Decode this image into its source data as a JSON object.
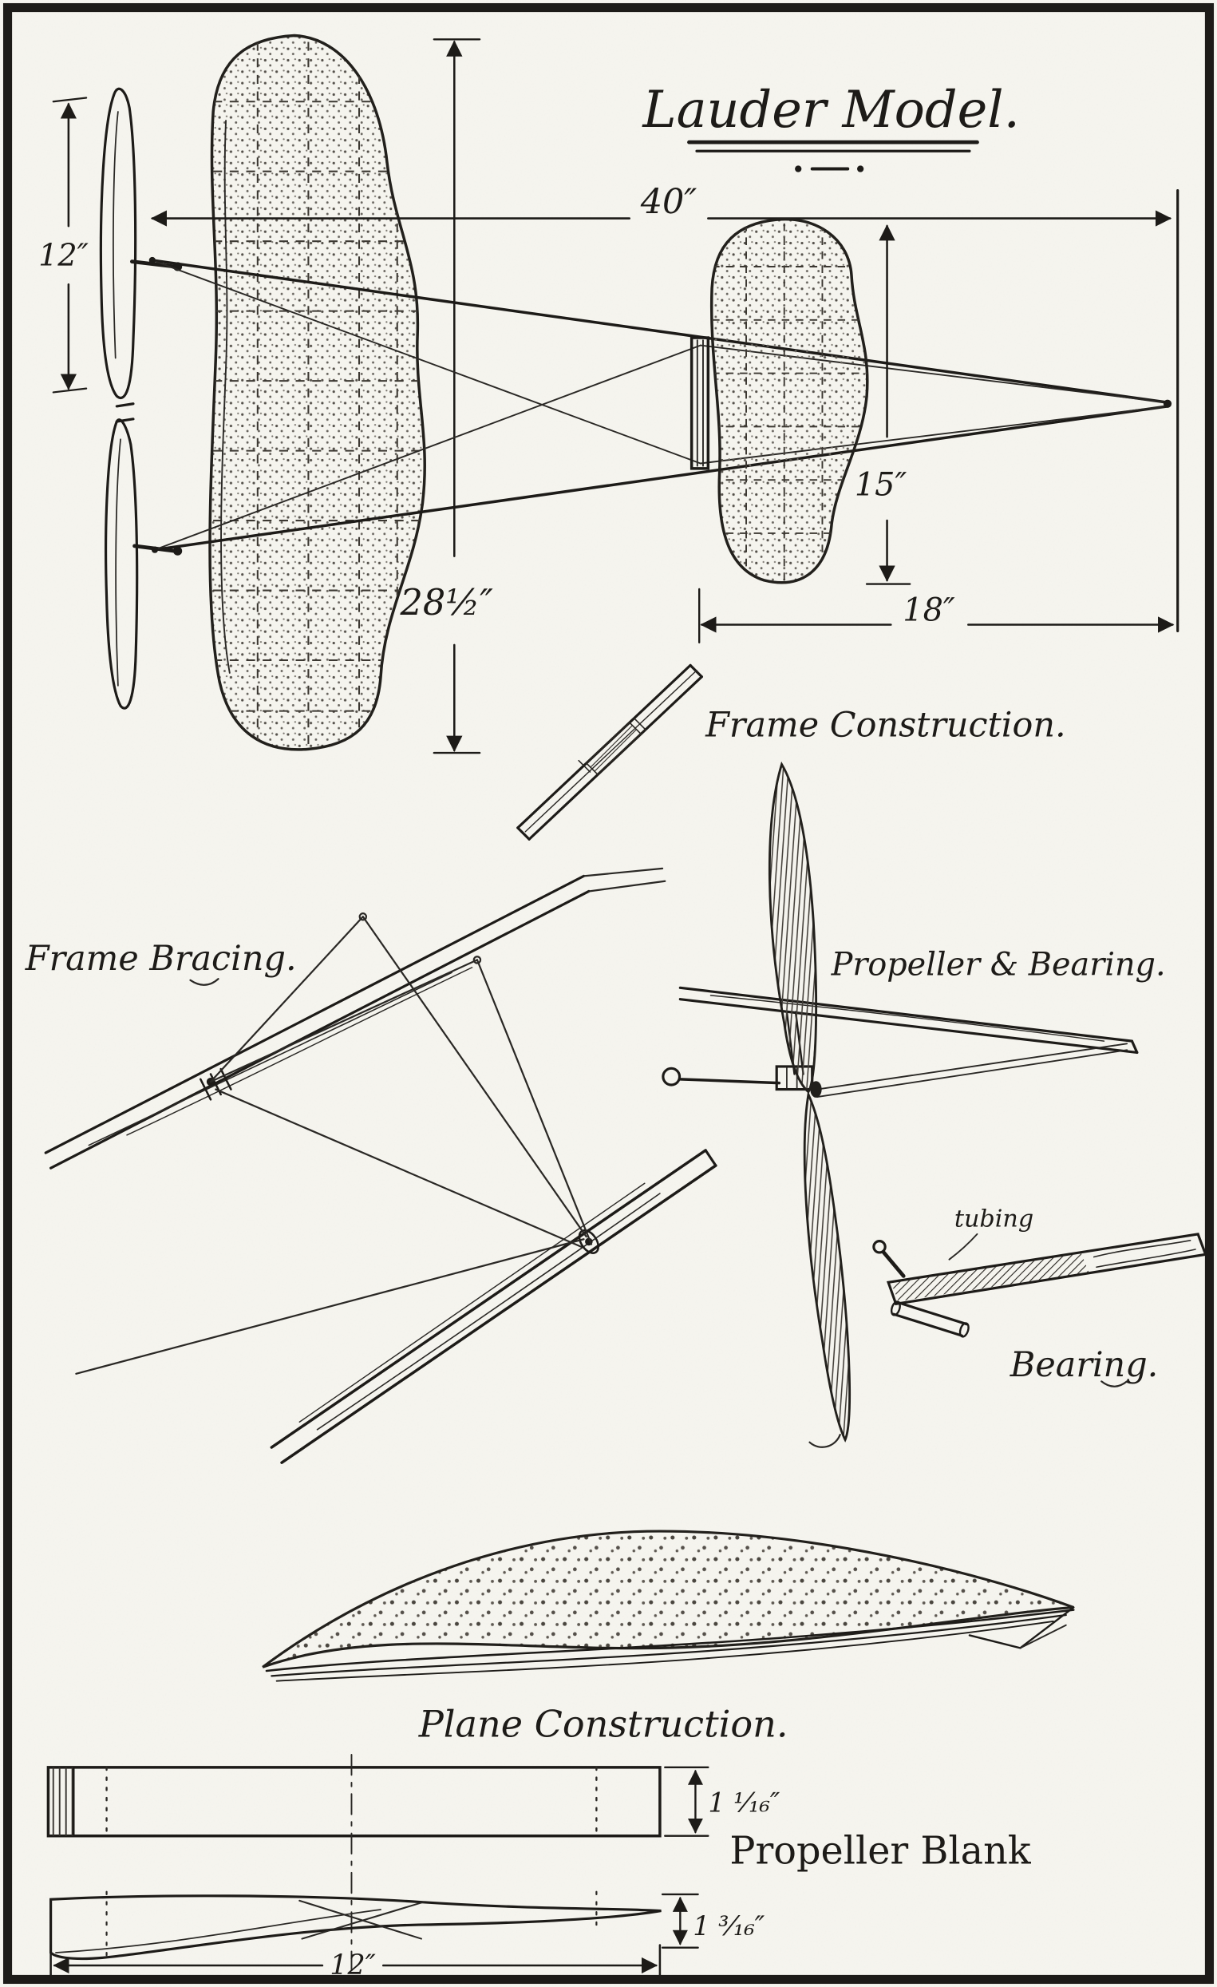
{
  "colors": {
    "paper": "#f6f5ef",
    "ink": "#1d1b18"
  },
  "title": "Lauder Model.",
  "dimensions": {
    "span": "40″",
    "tail_width": "12″",
    "main_chord": "28½″",
    "rear_chord": "15″",
    "rear_span": "18″",
    "blank_depth_top": "1 ¹⁄₁₆″",
    "blank_depth_side": "1 ³⁄₁₆″",
    "blank_length": "12″"
  },
  "captions": {
    "frame_construction": "Frame Construction.",
    "frame_bracing": "Frame Bracing.",
    "propeller_bearing": "Propeller & Bearing.",
    "tubing": "tubing",
    "bearing": "Bearing.",
    "plane_construction": "Plane Construction.",
    "propeller_blank": "Propeller Blank"
  }
}
